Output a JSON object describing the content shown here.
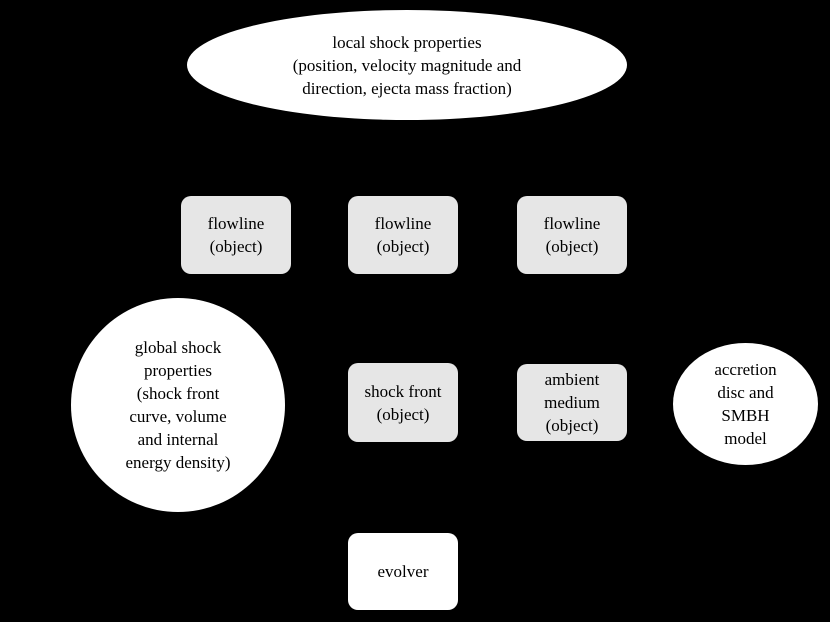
{
  "diagram": {
    "colors": {
      "background": "#000000",
      "node_fill_white": "#ffffff",
      "node_fill_gray": "#e6e6e6",
      "text": "#000000"
    },
    "nodes": [
      {
        "id": "local-shock-properties",
        "shape": "ellipse",
        "fill": "white",
        "lines": [
          "local shock properties",
          "(position, velocity magnitude and",
          "direction, ejecta mass fraction)"
        ]
      },
      {
        "id": "flowline-1",
        "shape": "rounded-rect",
        "fill": "gray",
        "lines": [
          "flowline",
          "(object)"
        ]
      },
      {
        "id": "flowline-2",
        "shape": "rounded-rect",
        "fill": "gray",
        "lines": [
          "flowline",
          "(object)"
        ]
      },
      {
        "id": "flowline-3",
        "shape": "rounded-rect",
        "fill": "gray",
        "lines": [
          "flowline",
          "(object)"
        ]
      },
      {
        "id": "global-shock-properties",
        "shape": "circle",
        "fill": "white",
        "lines": [
          "global shock",
          "properties",
          "(shock front",
          "curve, volume",
          "and internal",
          "energy density)"
        ]
      },
      {
        "id": "shock-front",
        "shape": "rounded-rect",
        "fill": "gray",
        "lines": [
          "shock front",
          "(object)"
        ]
      },
      {
        "id": "ambient-medium",
        "shape": "rounded-rect",
        "fill": "gray",
        "lines": [
          "ambient",
          "medium",
          "(object)"
        ]
      },
      {
        "id": "accretion-disc-smbh-model",
        "shape": "ellipse",
        "fill": "white",
        "lines": [
          "accretion",
          "disc and",
          "SMBH",
          "model"
        ]
      },
      {
        "id": "evolver",
        "shape": "rounded-rect",
        "fill": "white",
        "lines": [
          "evolver"
        ]
      }
    ]
  }
}
